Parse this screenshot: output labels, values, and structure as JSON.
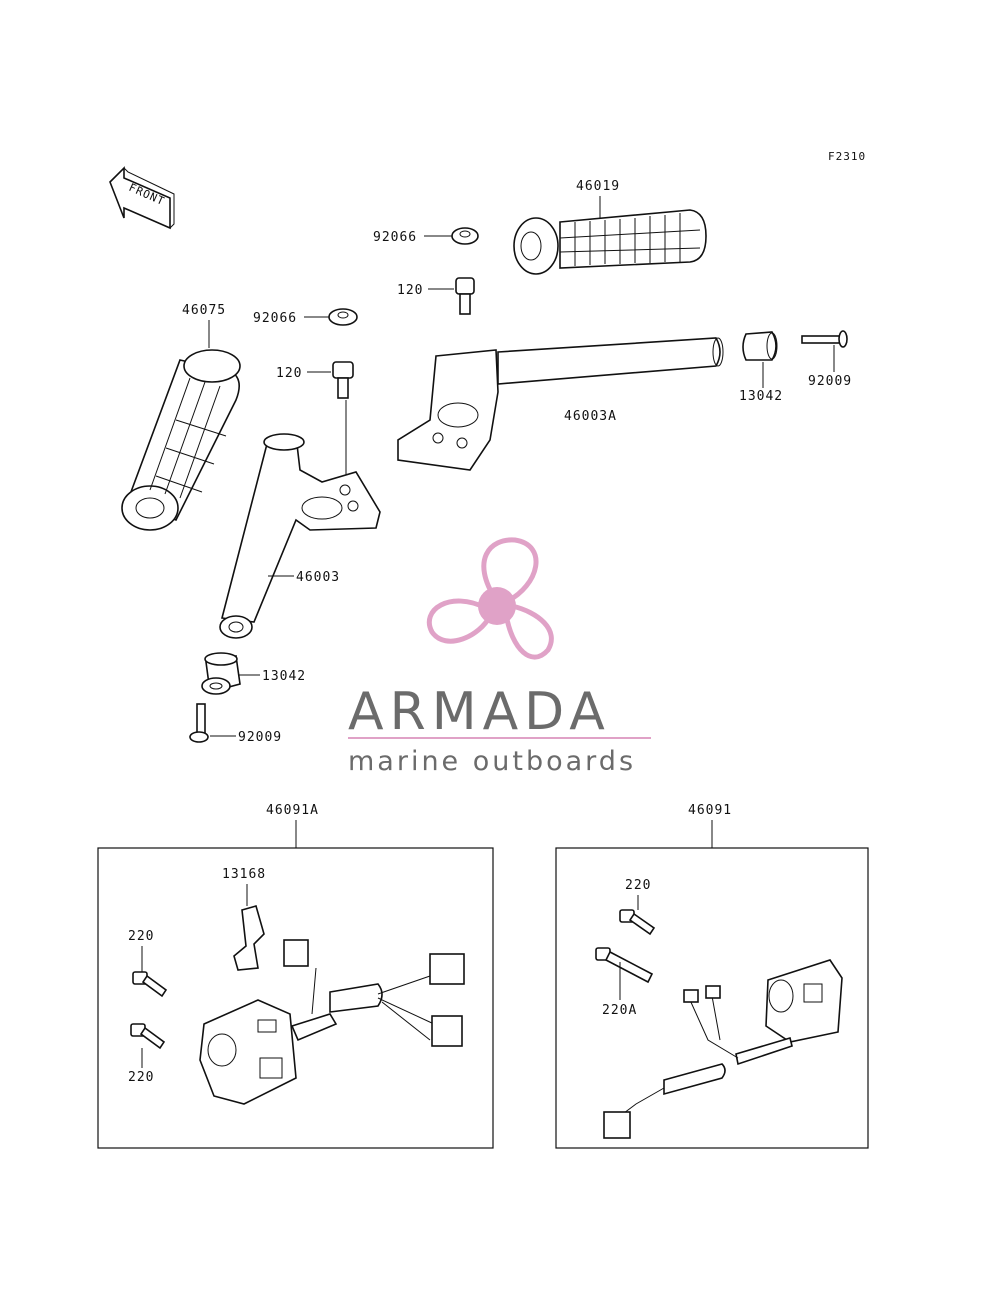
{
  "figure_code": "F2310",
  "front_label": "FRONT",
  "watermark": {
    "brand": "ARMADA",
    "tagline": "marine outboards",
    "logo_color": "#e0a2c7",
    "text_color": "#6b6b6b"
  },
  "parts": {
    "grip_right": "46019",
    "washer_upper": "92066",
    "bolt_upper": "120",
    "grip_left": "46075",
    "washer_lower": "92066",
    "bolt_lower": "120",
    "handlebar_right": "46003A",
    "weight_right": "13042",
    "screw_right": "92009",
    "handlebar_left": "46003",
    "weight_left": "13042",
    "screw_left": "92009"
  },
  "left_switch_box": {
    "assembly": "46091A",
    "holder": "13168",
    "screw_top": "220",
    "screw_bottom": "220"
  },
  "right_switch_box": {
    "assembly": "46091",
    "screw_top": "220",
    "screw_bottom": "220A"
  }
}
